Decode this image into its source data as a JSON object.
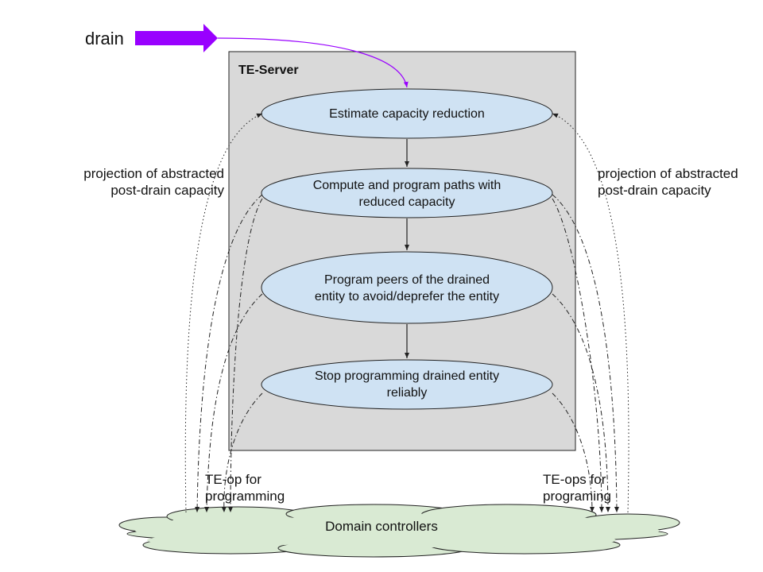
{
  "drain_label": "drain",
  "server": {
    "title": "TE-Server"
  },
  "steps": [
    {
      "id": "step1",
      "text": "Estimate capacity reduction"
    },
    {
      "id": "step2",
      "text": "Compute and program paths with reduced capacity"
    },
    {
      "id": "step3",
      "text": "Program peers of the drained entity to avoid/deprefer the entity"
    },
    {
      "id": "step4",
      "text": "Stop programming drained entity reliably"
    }
  ],
  "left_projection": "projection of abstracted post-drain capacity",
  "right_projection": "projection of abstracted post-drain capacity",
  "left_op": "TE-op for programming",
  "right_op": "TE-ops for programing",
  "cloud_label": "Domain controllers",
  "colors": {
    "server_fill": "#d9d9d9",
    "node_fill": "#cfe2f3",
    "cloud_fill": "#d9ead3",
    "drain_arrow": "#9900ff"
  }
}
